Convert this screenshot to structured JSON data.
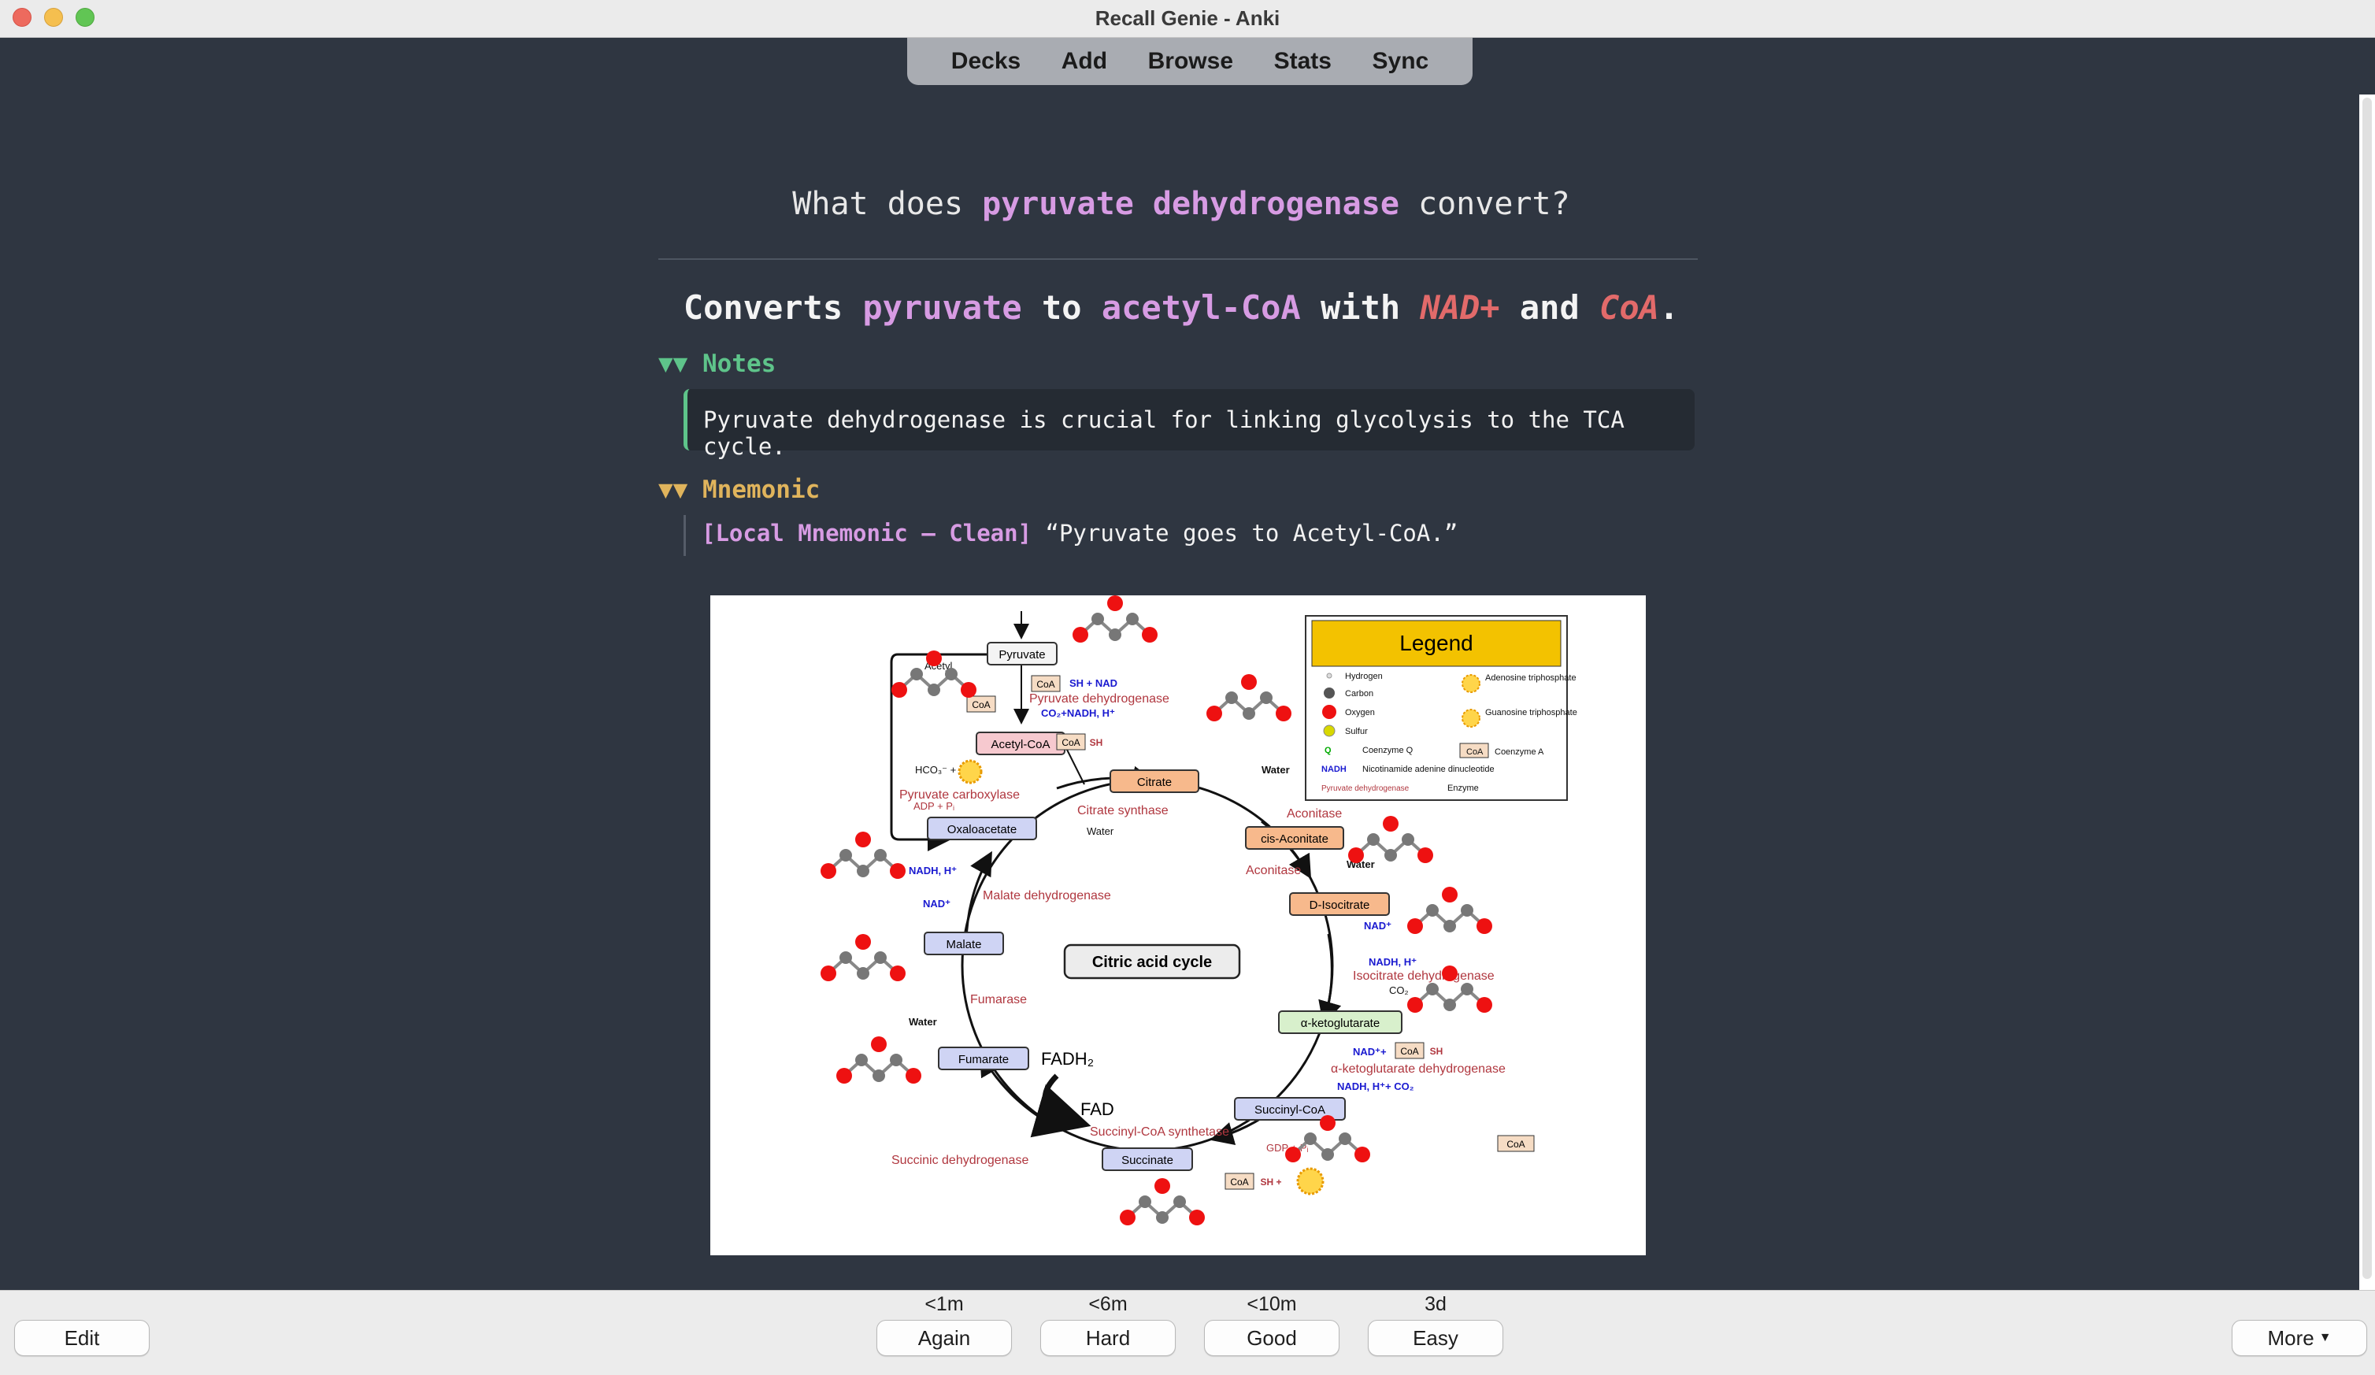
{
  "window": {
    "title": "Recall Genie - Anki"
  },
  "nav": {
    "decks": "Decks",
    "add": "Add",
    "browse": "Browse",
    "stats": "Stats",
    "sync": "Sync"
  },
  "card": {
    "question": {
      "pre": "What does ",
      "term": "pyruvate dehydrogenase",
      "post": " convert?"
    },
    "answer": {
      "p1": "Converts ",
      "t1": "pyruvate",
      "p2": " to ",
      "t2": "acetyl-CoA",
      "p3": " with ",
      "t3": "NAD+",
      "p4": " and ",
      "t4": "CoA",
      "p5": "."
    },
    "notes": {
      "heading": "▼▼ Notes",
      "text": "Pyruvate dehydrogenase is crucial for linking glycolysis to the TCA cycle."
    },
    "mnemonic": {
      "heading": "▼▼ Mnemonic",
      "tag": "[Local Mnemonic — Clean]",
      "text": " “Pyruvate goes to Acetyl-CoA.”"
    }
  },
  "diagram": {
    "title": "Citric acid cycle",
    "legend": {
      "title": "Legend",
      "items": [
        "Hydrogen",
        "Carbon",
        "Oxygen",
        "Sulfur",
        "Coenzyme Q",
        "Nicotinamide adenine dinucleotide",
        "Enzyme",
        "Adenosine triphosphate",
        "Guanosine triphosphate",
        "Coenzyme A"
      ],
      "sym_q": "Q",
      "sym_nadh": "NADH",
      "sym_enzyme": "Pyruvate dehydrogenase",
      "sym_coa": "CoA",
      "sym_atp": "ATP",
      "sym_gtp": "GTP"
    },
    "metabolites": {
      "pyruvate": "Pyruvate",
      "acetyl_coa": "Acetyl-CoA",
      "citrate": "Citrate",
      "cis_aconitate": "cis-Aconitate",
      "d_isocitrate": "D-Isocitrate",
      "a_ketoglutarate": "α-ketoglutarate",
      "succinyl_coa": "Succinyl-CoA",
      "succinate": "Succinate",
      "fumarate": "Fumarate",
      "malate": "Malate",
      "oxaloacetate": "Oxaloacetate"
    },
    "enzymes": {
      "pyruvate_dehydrogenase": "Pyruvate dehydrogenase",
      "pyruvate_carboxylase": "Pyruvate carboxylase",
      "citrate_synthase": "Citrate synthase",
      "aconitase1": "Aconitase",
      "aconitase2": "Aconitase",
      "isocitrate_dehydrogenase": "Isocitrate dehydrogenase",
      "akg_dehydrogenase": "α-ketoglutarate dehydrogenase",
      "succinyl_coa_synthetase": "Succinyl-CoA synthetase",
      "succinic_dehydrogenase": "Succinic dehydrogenase",
      "fumarase": "Fumarase",
      "malate_dehydrogenase": "Malate dehydrogenase"
    },
    "cofactors": {
      "acetyl": "Acetyl",
      "coa_sh_nad": "SH + NAD",
      "co2_nadh": "CO₂+NADH, H⁺",
      "hco3_atp": "HCO₃⁻ +",
      "adp_pi": "ADP + Pᵢ",
      "water1": "Water",
      "water2": "Water",
      "water3": "Water",
      "water4": "Water",
      "nad_iso": "NAD⁺",
      "nadh_iso": "NADH, H⁺",
      "co2_iso": "CO₂",
      "nad_akg": "NAD⁺+",
      "nadh_akg": "NADH, H⁺+ CO₂",
      "gdp_pi": "GDP + Pᵢ",
      "nadh_mal": "NADH, H⁺",
      "nad_mal": "NAD⁺",
      "fadh2": "FADH₂",
      "fad": "FAD",
      "coa": "CoA",
      "sh": "SH",
      "sh_plus": "SH +"
    }
  },
  "bottom": {
    "edit": "Edit",
    "more": "More",
    "answers": [
      {
        "time": "<1m",
        "label": "Again"
      },
      {
        "time": "<6m",
        "label": "Hard"
      },
      {
        "time": "<10m",
        "label": "Good"
      },
      {
        "time": "3d",
        "label": "Easy"
      }
    ]
  }
}
